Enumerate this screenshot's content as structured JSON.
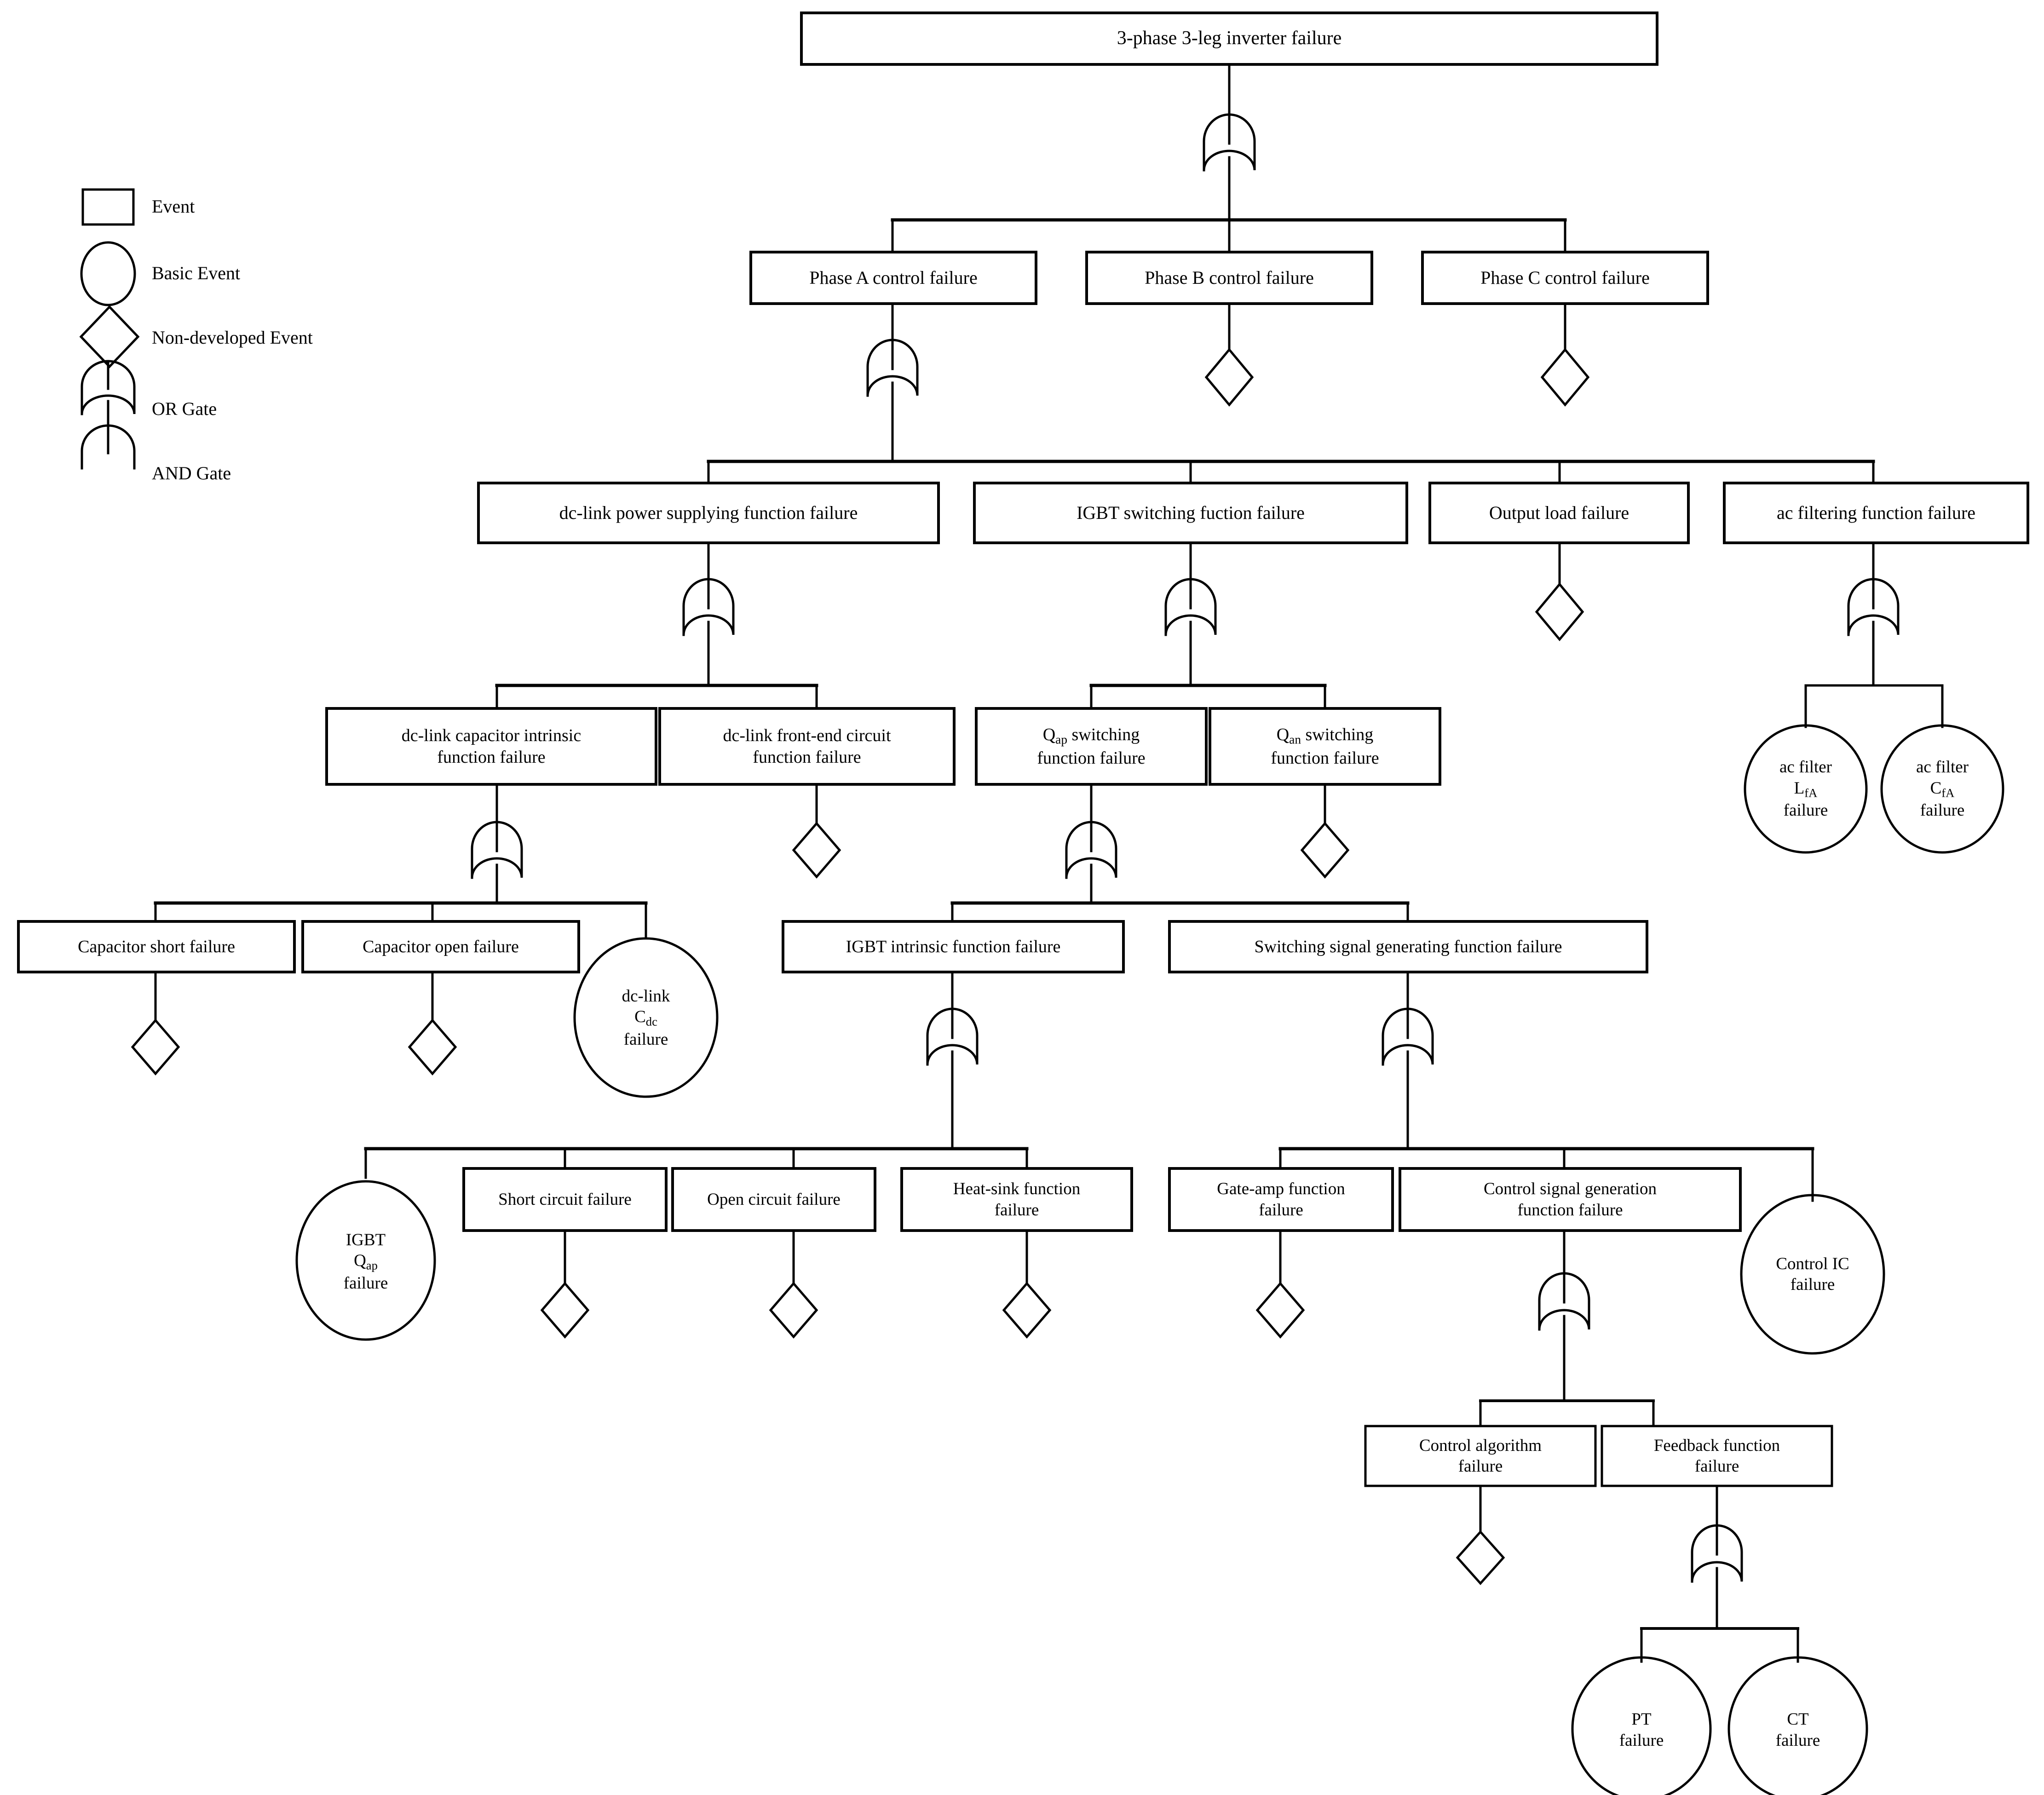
{
  "diagram": {
    "title_node": "3-phase 3-leg inverter failure",
    "type": "fault-tree",
    "background": "#ffffff",
    "stroke": "#000000"
  },
  "legend": {
    "items": [
      {
        "shape": "rectangle",
        "label": "Event",
        "name": "legend-event"
      },
      {
        "shape": "circle",
        "label": "Basic Event",
        "name": "legend-basic-event"
      },
      {
        "shape": "diamond",
        "label": "Non-developed Event",
        "name": "legend-non-developed-event"
      },
      {
        "shape": "or-gate",
        "label": "OR Gate",
        "name": "legend-or-gate"
      },
      {
        "shape": "and-gate",
        "label": "AND Gate",
        "name": "legend-and-gate"
      }
    ]
  },
  "nodes": {
    "top": "3-phase 3-leg inverter failure",
    "phase_a": "Phase A control failure",
    "phase_b": "Phase B control failure",
    "phase_c": "Phase C control failure",
    "dclink_power": "dc-link power supplying function failure",
    "igbt_switching": "IGBT switching fuction failure",
    "output_load": "Output load failure",
    "ac_filtering": "ac filtering function failure",
    "dclink_cap_intrinsic_l1": "dc-link capacitor intrinsic",
    "dclink_cap_intrinsic_l2": "function failure",
    "dclink_frontend_l1": "dc-link front-end circuit",
    "dclink_frontend_l2": "function  failure",
    "qap_switching_l1": "Q",
    "qap_switching_sub": "ap",
    "qap_switching_l1b": " switching",
    "qap_switching_l2": "function failure",
    "qan_switching_l1": "Q",
    "qan_switching_sub": "an",
    "qan_switching_l1b": " switching",
    "qan_switching_l2": "function failure",
    "ac_filter_l_l1": "ac filter",
    "ac_filter_l_l2": "L",
    "ac_filter_l_sub": "fA",
    "ac_filter_l_l3": "failure",
    "ac_filter_c_l1": "ac filter",
    "ac_filter_c_l2": "C",
    "ac_filter_c_sub": "fA",
    "ac_filter_c_l3": "failure",
    "cap_short": "Capacitor short failure",
    "cap_open": "Capacitor open failure",
    "dclink_cdc_l1": "dc-link",
    "dclink_cdc_l2": "C",
    "dclink_cdc_sub": "dc",
    "dclink_cdc_l3": "failure",
    "igbt_intrinsic": "IGBT intrinsic function failure",
    "switching_signal": "Switching signal generating function failure",
    "igbt_qap_l1": "IGBT",
    "igbt_qap_l2": "Q",
    "igbt_qap_sub": "ap",
    "igbt_qap_l3": "failure",
    "short_circuit": "Short circuit failure",
    "open_circuit": "Open circuit failure",
    "heat_sink_l1": "Heat-sink function",
    "heat_sink_l2": "failure",
    "gate_amp_l1": "Gate-amp function",
    "gate_amp_l2": "failure",
    "ctrl_sig_gen_l1": "Control signal generation",
    "ctrl_sig_gen_l2": "function   failure",
    "control_ic_l1": "Control IC",
    "control_ic_l2": "failure",
    "control_algorithm_l1": "Control algorithm",
    "control_algorithm_l2": "failure",
    "feedback_l1": "Feedback function",
    "feedback_l2": "failure",
    "pt_failure_l1": "PT",
    "pt_failure_l2": "failure",
    "ct_failure_l1": "CT",
    "ct_failure_l2": "failure"
  },
  "gates": {
    "top_gate": "OR Gate",
    "phase_a_gate": "OR Gate",
    "dclink_power_gate": "OR Gate",
    "igbt_switching_gate": "OR Gate",
    "ac_filtering_gate": "OR Gate",
    "dclink_cap_gate": "OR Gate",
    "qap_switching_gate": "OR Gate",
    "igbt_intrinsic_gate": "OR Gate",
    "switching_signal_gate": "OR Gate",
    "ctrl_sig_gen_gate": "OR Gate",
    "feedback_gate": "OR Gate"
  }
}
